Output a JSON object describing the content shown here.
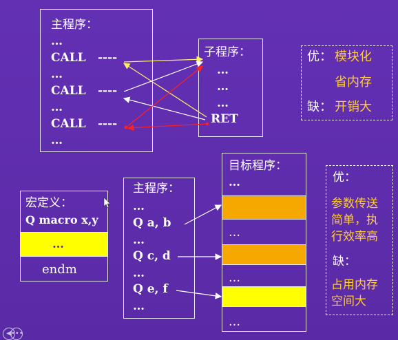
{
  "top_main": {
    "title": "主程序：",
    "lines": [
      "…",
      "CALL",
      "----",
      "…",
      "CALL",
      "----",
      "…",
      "CALL",
      "----",
      "…"
    ]
  },
  "subroutine": {
    "title": "子程序：",
    "lines": [
      "…",
      "…",
      "…",
      "RET"
    ]
  },
  "pros_cons_top": {
    "pro_label": "优：",
    "pro1": "模块化",
    "pro2": "省内存",
    "con_label": "缺：",
    "con1": "开销大"
  },
  "macro_def": {
    "title": "宏定义：",
    "header": "Q  macro x,y",
    "body": "…",
    "end": "endm"
  },
  "bottom_main": {
    "title": "主程序：",
    "lines": [
      "…",
      "Q  a, b",
      "…",
      "Q  c,  d",
      "…",
      "Q  e,  f",
      "…"
    ]
  },
  "target": {
    "title": "目标程序：",
    "dots": [
      "…",
      "…",
      "…",
      "…"
    ]
  },
  "pros_cons_bottom": {
    "pro_label": "优：",
    "pro_lines": [
      "参数传送",
      "简单，执",
      "行效率高"
    ],
    "con_label": "缺：",
    "con_lines": [
      "占用内存",
      "空间大"
    ]
  },
  "colors": {
    "background": "#5b2ca8",
    "orange_block": "#f7a800",
    "yellow_block": "#ffff00",
    "accent_text": "#ffcc33",
    "arrow_yellow": "#ffee66",
    "arrow_red": "#ff2020"
  },
  "icons": [
    "cursor-arrow-icon",
    "prev-slide-icon",
    "menu-icon"
  ]
}
